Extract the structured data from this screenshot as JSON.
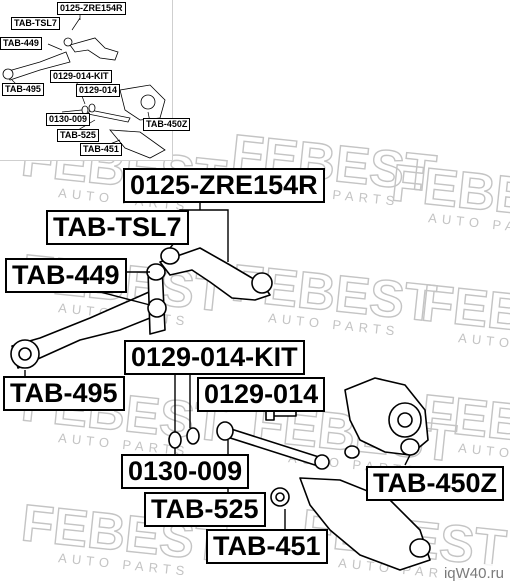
{
  "brand": {
    "name": "FEBEST",
    "tagline": "AUTO PARTS",
    "watermark_site": "iqW40.ru",
    "watermark_color": "#b8b8b8"
  },
  "thumbnail_labels": {
    "zre": "0125-ZRE154R",
    "tsl7": "TAB-TSL7",
    "t449": "TAB-449",
    "t495": "TAB-495",
    "kit": "0129-014-KIT",
    "p014": "0129-014",
    "p009": "0130-009",
    "t450z": "TAB-450Z",
    "t525": "TAB-525",
    "t451": "TAB-451"
  },
  "main_labels": {
    "zre": "0125-ZRE154R",
    "tsl7": "TAB-TSL7",
    "t449": "TAB-449",
    "t495": "TAB-495",
    "kit": "0129-014-KIT",
    "p014": "0129-014",
    "p009": "0130-009",
    "t525": "TAB-525",
    "t450z": "TAB-450Z",
    "t451": "TAB-451"
  },
  "colors": {
    "line": "#000000",
    "label_border": "#000000",
    "label_bg": "#ffffff",
    "watermark": "#c4c4c4"
  }
}
